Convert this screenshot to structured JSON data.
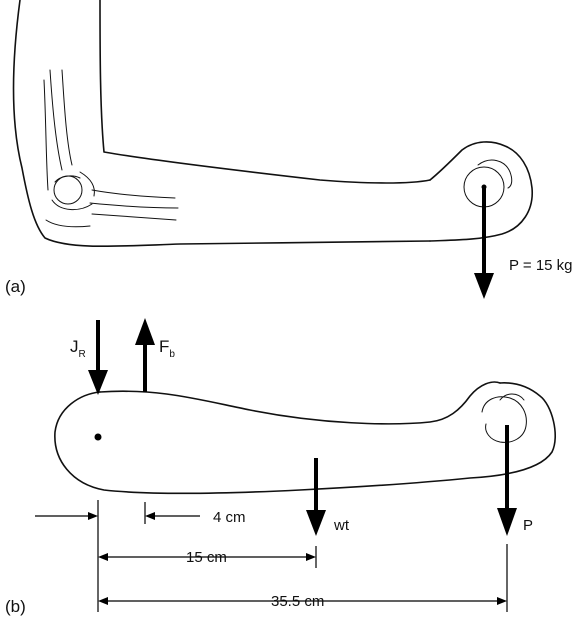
{
  "panel_a": {
    "label": "(a)",
    "load_label": "P = 15 kg"
  },
  "panel_b": {
    "label": "(b)",
    "joint_force": {
      "main": "J",
      "sub": "R"
    },
    "biceps_force": {
      "main": "F",
      "sub": "b"
    },
    "weight_label": "wt",
    "load_label": "P",
    "dimensions": {
      "d1": "4 cm",
      "d2": "15 cm",
      "d3": "35.5 cm"
    }
  }
}
